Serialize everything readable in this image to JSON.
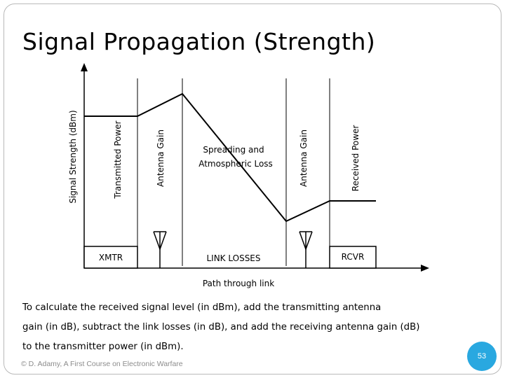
{
  "slide": {
    "title": "Signal Propagation (Strength)",
    "footer": "© D. Adamy, A First Course on Electronic Warfare",
    "page_number": "53"
  },
  "diagram": {
    "y_axis_label": "Signal Strength (dBm)",
    "x_axis_label": "Path through link",
    "band_labels": {
      "transmitted_power": "Transmitted Power",
      "tx_antenna_gain": "Antenna Gain",
      "spreading_line1": "Spreading and",
      "spreading_line2": "Atmospheric Loss",
      "rx_antenna_gain": "Antenna Gain",
      "received_power": "Received Power"
    },
    "blocks": {
      "transmitter": "XMTR",
      "link": "LINK LOSSES",
      "receiver": "RCVR"
    }
  },
  "body": {
    "line1": "To calculate the received signal level (in dBm), add the transmitting antenna",
    "line2": "gain (in dB), subtract the link losses (in dB), and add the receiving antenna gain (dB)",
    "line3": "to the transmitter power (in dBm)."
  }
}
